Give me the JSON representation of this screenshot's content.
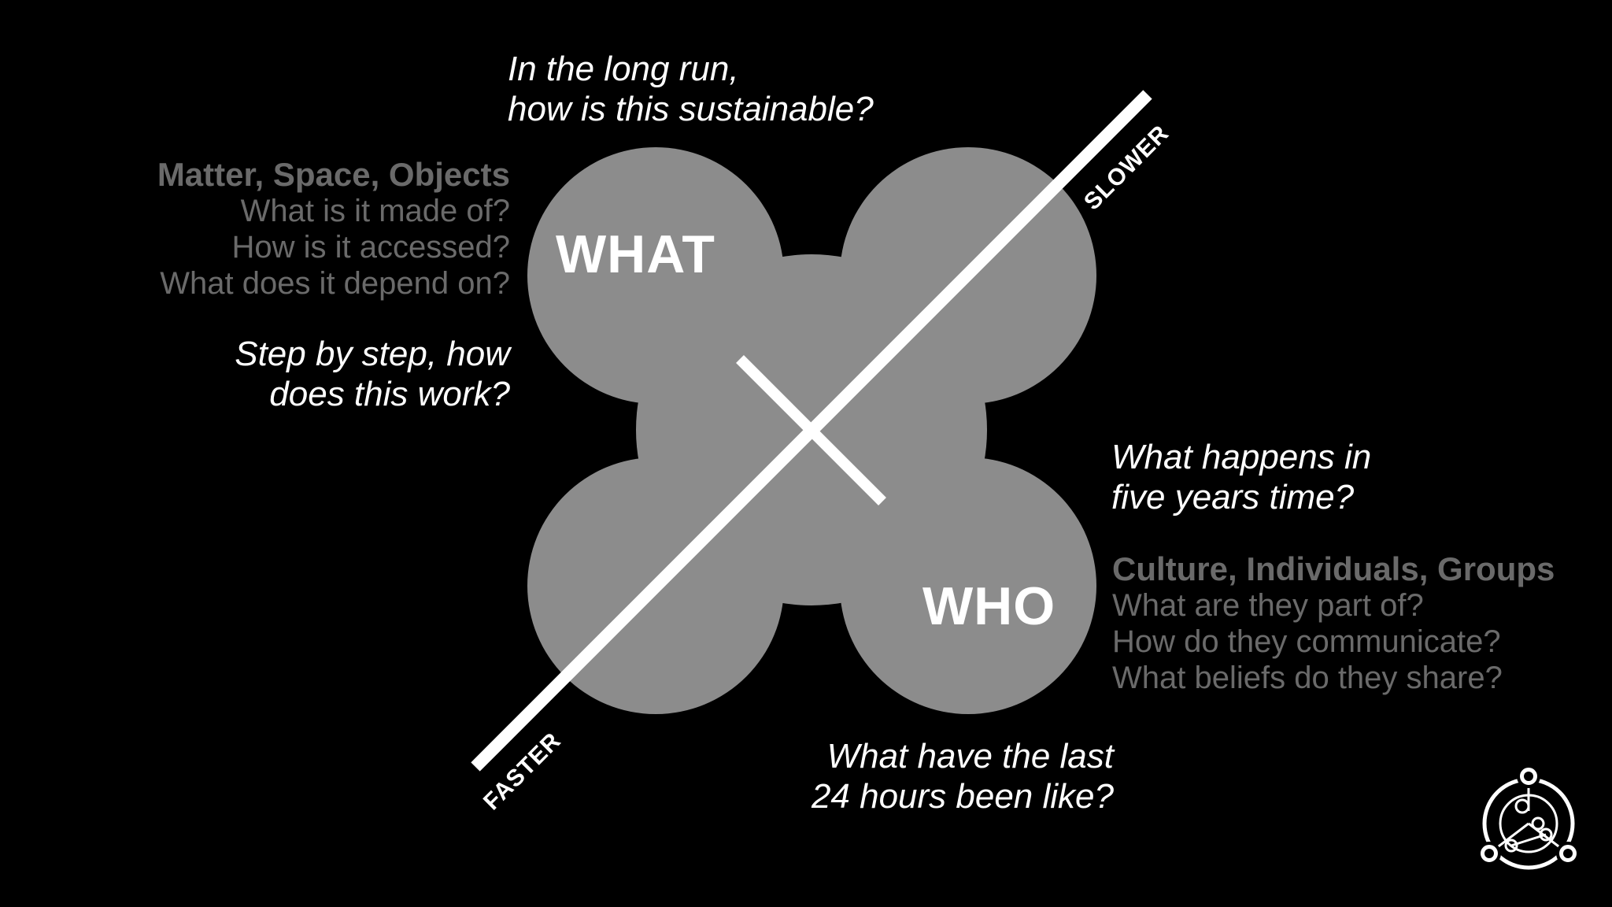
{
  "diagram": {
    "top_question": [
      "In the long run,",
      "how is this sustainable?"
    ],
    "left_block": {
      "heading": "Matter, Space, Objects",
      "lines": [
        "What is it made of?",
        "How is it accessed?",
        "What does it depend on?"
      ]
    },
    "left_question": [
      "Step by step, how",
      "does this work?"
    ],
    "right_question": [
      "What happens in",
      "five years time?"
    ],
    "right_block": {
      "heading": "Culture, Individuals, Groups",
      "lines": [
        "What are they part of?",
        "How do they communicate?",
        "What beliefs do they share?"
      ]
    },
    "bottom_question": [
      "What have the last",
      "24 hours been like?"
    ],
    "labels": {
      "what": "WHAT",
      "who": "WHO"
    },
    "axis": {
      "slower": "SLOWER",
      "faster": "FASTER"
    }
  },
  "colors": {
    "background": "#000000",
    "circle_fill": "#808080",
    "heading_grey": "#6a6a6a",
    "axis": "#ffffff"
  },
  "icons": {
    "logo": "circle-network-logo"
  }
}
